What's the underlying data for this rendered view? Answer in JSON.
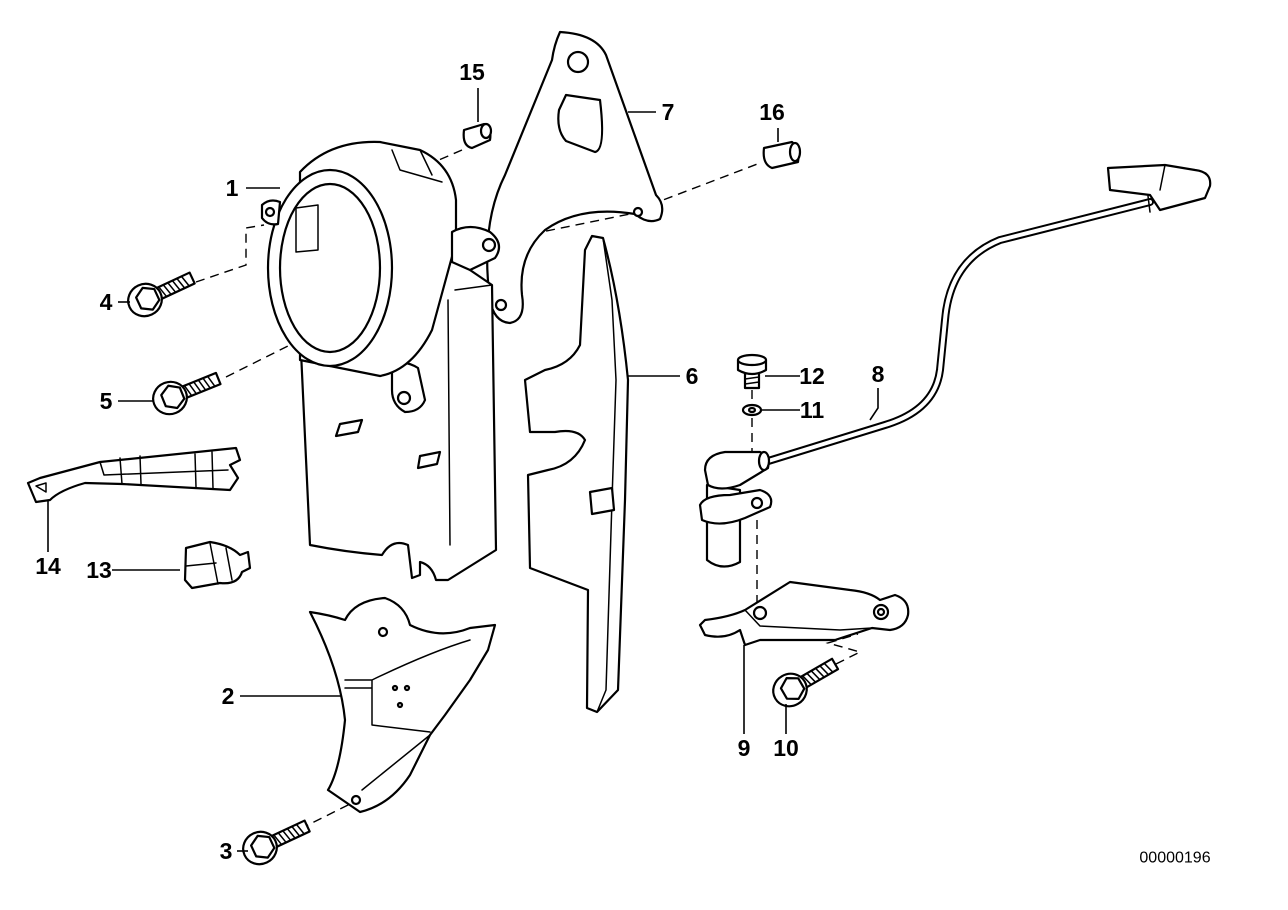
{
  "diagram": {
    "callouts": [
      "1",
      "2",
      "3",
      "4",
      "5",
      "6",
      "7",
      "8",
      "9",
      "10",
      "11",
      "12",
      "13",
      "14",
      "15",
      "16"
    ],
    "drawing_number": "00000196"
  },
  "colors": {
    "line": "#000000",
    "background": "#ffffff"
  }
}
